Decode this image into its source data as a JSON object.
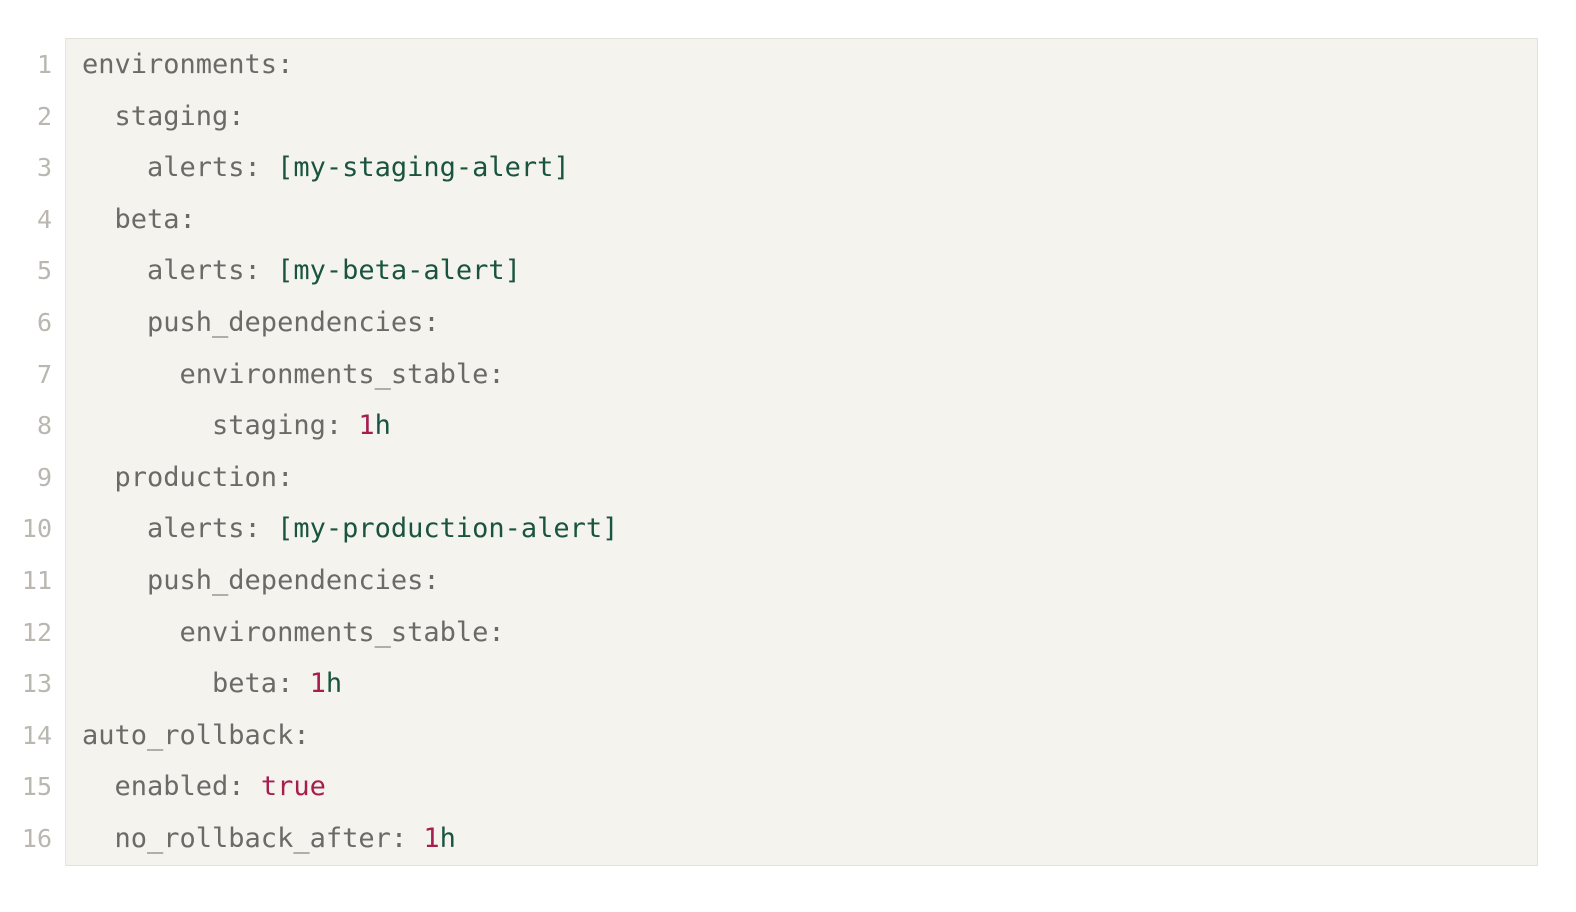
{
  "editor": {
    "language": "yaml",
    "colors": {
      "page_background": "#ffffff",
      "code_background": "#f4f3ee",
      "gutter_background": "#ffffff",
      "border": "#e2e0d8",
      "line_number": "#b9b7b0",
      "key": "#6b6a66",
      "string": "#1a5440",
      "number": "#a61e4d",
      "boolean": "#a61e4d"
    },
    "lines": [
      {
        "number": "1",
        "tokens": [
          {
            "text": "environments:",
            "type": "key"
          }
        ]
      },
      {
        "number": "2",
        "tokens": [
          {
            "text": "  staging:",
            "type": "key"
          }
        ]
      },
      {
        "number": "3",
        "tokens": [
          {
            "text": "    alerts: ",
            "type": "key"
          },
          {
            "text": "[my-staging-alert]",
            "type": "str"
          }
        ]
      },
      {
        "number": "4",
        "tokens": [
          {
            "text": "  beta:",
            "type": "key"
          }
        ]
      },
      {
        "number": "5",
        "tokens": [
          {
            "text": "    alerts: ",
            "type": "key"
          },
          {
            "text": "[my-beta-alert]",
            "type": "str"
          }
        ]
      },
      {
        "number": "6",
        "tokens": [
          {
            "text": "    push_dependencies:",
            "type": "key"
          }
        ]
      },
      {
        "number": "7",
        "tokens": [
          {
            "text": "      environments_stable:",
            "type": "key"
          }
        ]
      },
      {
        "number": "8",
        "tokens": [
          {
            "text": "        staging: ",
            "type": "key"
          },
          {
            "text": "1",
            "type": "num"
          },
          {
            "text": "h",
            "type": "str"
          }
        ]
      },
      {
        "number": "9",
        "tokens": [
          {
            "text": "  production:",
            "type": "key"
          }
        ]
      },
      {
        "number": "10",
        "tokens": [
          {
            "text": "    alerts: ",
            "type": "key"
          },
          {
            "text": "[my-production-alert]",
            "type": "str"
          }
        ]
      },
      {
        "number": "11",
        "tokens": [
          {
            "text": "    push_dependencies:",
            "type": "key"
          }
        ]
      },
      {
        "number": "12",
        "tokens": [
          {
            "text": "      environments_stable:",
            "type": "key"
          }
        ]
      },
      {
        "number": "13",
        "tokens": [
          {
            "text": "        beta: ",
            "type": "key"
          },
          {
            "text": "1",
            "type": "num"
          },
          {
            "text": "h",
            "type": "str"
          }
        ]
      },
      {
        "number": "14",
        "tokens": [
          {
            "text": "auto_rollback:",
            "type": "key"
          }
        ]
      },
      {
        "number": "15",
        "tokens": [
          {
            "text": "  enabled: ",
            "type": "key"
          },
          {
            "text": "true",
            "type": "bool"
          }
        ]
      },
      {
        "number": "16",
        "tokens": [
          {
            "text": "  no_rollback_after: ",
            "type": "key"
          },
          {
            "text": "1",
            "type": "num"
          },
          {
            "text": "h",
            "type": "str"
          }
        ]
      }
    ]
  }
}
